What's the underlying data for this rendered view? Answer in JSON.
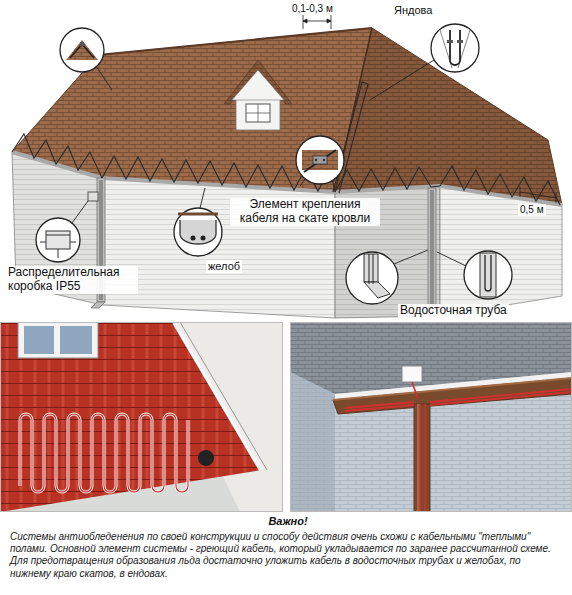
{
  "diagram": {
    "caption": "Системы антиобледенения по своей конструкции и способу действия очень схожи с кабельными \"теплыми\" полами. Основной элемент системы - греющий кабель, который укладывается по заранее рассчитанной схеме. Для предотвращения образования льда достаточно уложить кабель в водосточных трубах и желобах, по нижнему краю скатов, в ендовах.",
    "labels": [
      "0,1-0,3 м",
      "Яндова",
      "Элемент крепления кабеля на скате кровли",
      "0,5 м",
      "Распределительная коробка IP55",
      "желоб",
      "Водосточная труба",
      "Важно!"
    ]
  }
}
